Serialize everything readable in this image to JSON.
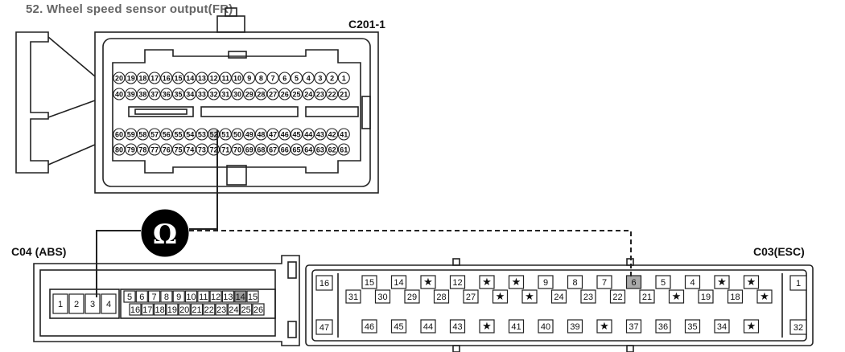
{
  "title": "52. Wheel speed sensor output(FR)",
  "connectors": {
    "c201": {
      "name": "C201-1",
      "rows": [
        [
          "20",
          "19",
          "18",
          "17",
          "16",
          "15",
          "14",
          "13",
          "12",
          "11",
          "10",
          "9",
          "8",
          "7",
          "6",
          "5",
          "4",
          "3",
          "2",
          "1"
        ],
        [
          "40",
          "39",
          "38",
          "37",
          "36",
          "35",
          "34",
          "33",
          "32",
          "31",
          "30",
          "29",
          "28",
          "27",
          "26",
          "25",
          "24",
          "23",
          "22",
          "21"
        ],
        [
          "60",
          "59",
          "58",
          "57",
          "56",
          "55",
          "54",
          "53",
          "52",
          "51",
          "50",
          "49",
          "48",
          "47",
          "46",
          "45",
          "44",
          "43",
          "42",
          "41"
        ],
        [
          "80",
          "79",
          "78",
          "77",
          "76",
          "75",
          "74",
          "73",
          "72",
          "71",
          "70",
          "69",
          "68",
          "67",
          "66",
          "65",
          "64",
          "63",
          "62",
          "61"
        ]
      ],
      "probe_pin": "52"
    },
    "c04": {
      "name": "C04 (ABS)",
      "big_pins": [
        "1",
        "2",
        "3",
        "4"
      ],
      "top_pins": [
        "5",
        "6",
        "7",
        "8",
        "9",
        "10",
        "11",
        "12",
        "13",
        "14",
        "15"
      ],
      "bottom_pins": [
        "16",
        "17",
        "18",
        "19",
        "20",
        "21",
        "22",
        "23",
        "24",
        "25",
        "26"
      ],
      "probe_pin": "3",
      "highlight_pin": "14"
    },
    "c03": {
      "name": "C03(ESC)",
      "left_top": "16",
      "left_bottom": "47",
      "right_top": "1",
      "right_bottom": "32",
      "row1": [
        "15",
        "14",
        "★",
        "12",
        "★",
        "★",
        "9",
        "8",
        "7",
        "6",
        "5",
        "4",
        "★",
        "★"
      ],
      "row2": [
        "31",
        "30",
        "29",
        "28",
        "27",
        "★",
        "★",
        "24",
        "23",
        "22",
        "21",
        "★",
        "19",
        "18",
        "★"
      ],
      "row3": [
        "46",
        "45",
        "44",
        "43",
        "★",
        "41",
        "40",
        "39",
        "★",
        "37",
        "36",
        "35",
        "34",
        "★"
      ],
      "probe_pin": "6"
    }
  },
  "meter_symbol": "Ω"
}
